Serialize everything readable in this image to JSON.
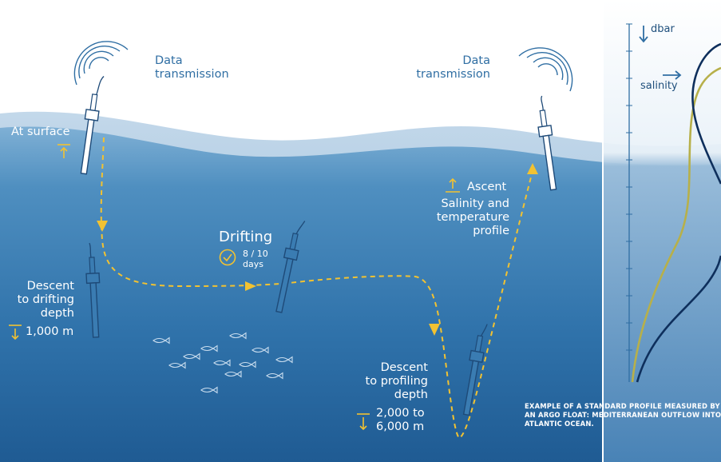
{
  "colors": {
    "sky": "#ffffff",
    "sea_surface": "#8fb6d6",
    "sea_mid": "#3d7fb3",
    "sea_deep": "#1f5e94",
    "path": "#f2c231",
    "float": "#1e4a78",
    "text_blue": "#2f6ea3",
    "text_white": "#ffffff",
    "salinity_line": "#c9b34a",
    "temperature_line": "#0e2f5c"
  },
  "labels": {
    "data_transmission_left": "Data\ntransmission",
    "data_transmission_right": "Data\ntransmission",
    "at_surface": "At surface",
    "descent_drifting": "Descent\nto drifting\ndepth",
    "drifting_depth": "1,000 m",
    "drifting": "Drifting",
    "drifting_days": "8 / 10\ndays",
    "descent_profiling": "Descent\nto profiling\ndepth",
    "profiling_depth": "2,000 to\n6,000 m",
    "ascent": "Ascent",
    "ascent_desc": "Salinity and\ntemperature\nprofile"
  },
  "profile_panel": {
    "axis_label": "dbar",
    "series_label": "salinity",
    "caption": "EXAMPLE OF A STANDARD PROFILE MEASURED BY AN ARGO FLOAT: MEDITERRANEAN OUTFLOW INTO ATLANTIC OCEAN."
  },
  "icons": [
    "radio-waves-icon",
    "argo-float-icon",
    "arrow-up-icon",
    "arrow-down-icon",
    "clock-check-icon",
    "fish-icon"
  ]
}
